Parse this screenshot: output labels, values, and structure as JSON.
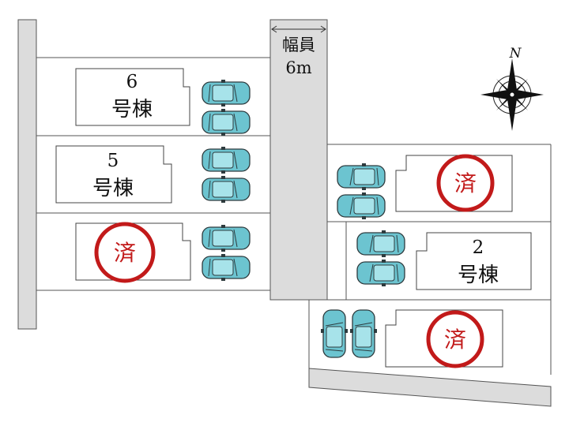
{
  "road": {
    "width_label": "幅員",
    "width_value": "6m"
  },
  "compass": {
    "north_label": "N"
  },
  "lots": [
    {
      "id": "lot-6",
      "number": "6",
      "label": "号棟",
      "sold": false
    },
    {
      "id": "lot-5",
      "number": "5",
      "label": "号棟",
      "sold": false
    },
    {
      "id": "lot-left-bottom",
      "sold": true,
      "sold_label": "済"
    },
    {
      "id": "lot-right-top",
      "sold": true,
      "sold_label": "済"
    },
    {
      "id": "lot-2",
      "number": "2",
      "label": "号棟",
      "sold": false
    },
    {
      "id": "lot-right-bottom",
      "sold": true,
      "sold_label": "済"
    }
  ],
  "colors": {
    "road": "#dcdcdc",
    "lot_line": "#555555",
    "car_body": "#6cc4d0",
    "car_roof": "#a7e3ea",
    "sold_stamp": "#c21a1a"
  }
}
